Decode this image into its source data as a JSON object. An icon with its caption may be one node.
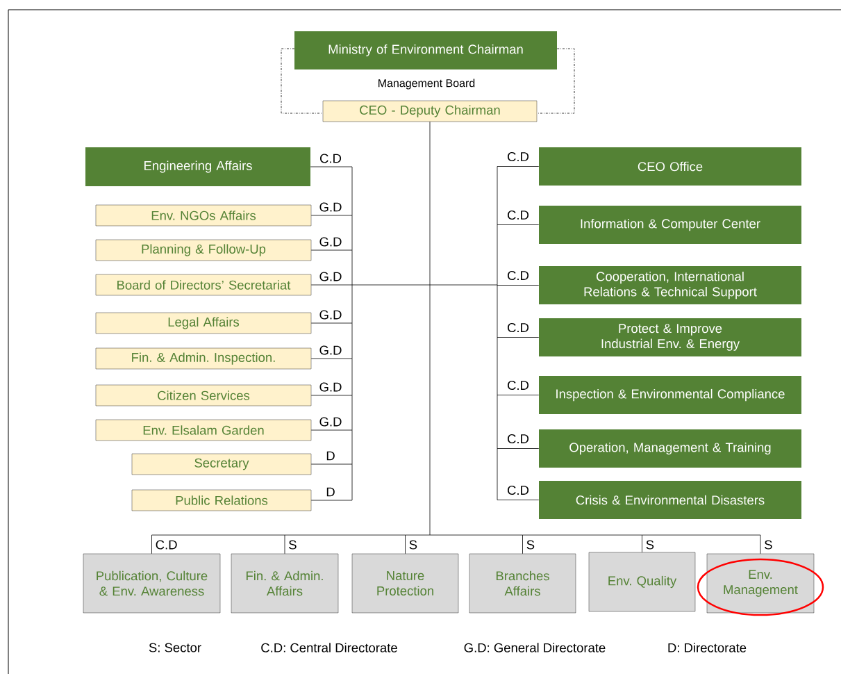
{
  "diagram": {
    "nodes": [
      {
        "text": [
          "Ministry of Environment Chairman"
        ]
      },
      {
        "text": [
          "CEO - Deputy Chairman"
        ]
      },
      {
        "text": [
          "Engineering Affairs"
        ]
      },
      {
        "text": [
          "Env. NGOs Affairs"
        ]
      },
      {
        "text": [
          "Planning & Follow-Up"
        ]
      },
      {
        "text": [
          "Board of Directors’ Secretariat"
        ]
      },
      {
        "text": [
          "Legal Affairs"
        ]
      },
      {
        "text": [
          "Fin. & Admin. Inspection."
        ]
      },
      {
        "text": [
          "Citizen Services"
        ]
      },
      {
        "text": [
          "Env. Elsalam Garden"
        ]
      },
      {
        "text": [
          "Secretary"
        ]
      },
      {
        "text": [
          "Public Relations"
        ]
      },
      {
        "text": [
          "CEO Office"
        ]
      },
      {
        "text": [
          "Information & Computer Center"
        ]
      },
      {
        "text": [
          "Cooperation, International Relations & Technical Support"
        ]
      },
      {
        "text": [
          "Protect & Improve Industrial Env. & Energy"
        ]
      },
      {
        "text": [
          "Inspection & Environmental Compliance"
        ]
      },
      {
        "text": [
          "Operation, Management & Training"
        ]
      },
      {
        "text": [
          "Crisis & Environmental Disasters"
        ]
      },
      {
        "text": [
          "Publication, Culture & Env. Awareness"
        ]
      },
      {
        "text": [
          "Fin. & Admin. Affairs"
        ]
      },
      {
        "text": [
          "Nature Protection"
        ]
      },
      {
        "text": [
          "Branches Affairs"
        ]
      },
      {
        "text": [
          "Env. Quality"
        ]
      },
      {
        "text": [
          "Env. Management"
        ]
      }
    ],
    "edges": [
      {
        "from": 0,
        "to": 1,
        "arrow": "none",
        "style": "dashed"
      },
      {
        "from": 0,
        "to": 1,
        "arrow": "none",
        "style": "dashed"
      },
      {
        "from": 1,
        "to": 2,
        "arrow": "none",
        "label": "C.D"
      },
      {
        "from": 1,
        "to": 3,
        "arrow": "none",
        "label": "G.D"
      },
      {
        "from": 1,
        "to": 4,
        "arrow": "none",
        "label": "G.D"
      },
      {
        "from": 1,
        "to": 5,
        "arrow": "none",
        "label": "G.D"
      },
      {
        "from": 1,
        "to": 6,
        "arrow": "none",
        "label": "G.D"
      },
      {
        "from": 1,
        "to": 7,
        "arrow": "none",
        "label": "G.D"
      },
      {
        "from": 1,
        "to": 8,
        "arrow": "none",
        "label": "G.D"
      },
      {
        "from": 1,
        "to": 9,
        "arrow": "none",
        "label": "G.D"
      },
      {
        "from": 1,
        "to": 10,
        "arrow": "none",
        "label": "D"
      },
      {
        "from": 1,
        "to": 11,
        "arrow": "none",
        "label": "D"
      },
      {
        "from": 1,
        "to": 12,
        "arrow": "none",
        "label": "C.D"
      },
      {
        "from": 1,
        "to": 13,
        "arrow": "none",
        "label": "C.D"
      },
      {
        "from": 1,
        "to": 14,
        "arrow": "none",
        "label": "C.D"
      },
      {
        "from": 1,
        "to": 15,
        "arrow": "none",
        "label": "C.D"
      },
      {
        "from": 1,
        "to": 16,
        "arrow": "none",
        "label": "C.D"
      },
      {
        "from": 1,
        "to": 17,
        "arrow": "none",
        "label": "C.D"
      },
      {
        "from": 1,
        "to": 18,
        "arrow": "none",
        "label": "C.D"
      },
      {
        "from": 1,
        "to": 19,
        "arrow": "none",
        "label": "C.D"
      },
      {
        "from": 1,
        "to": 20,
        "arrow": "none",
        "label": "S"
      },
      {
        "from": 1,
        "to": 21,
        "arrow": "none",
        "label": "S"
      },
      {
        "from": 1,
        "to": 22,
        "arrow": "none",
        "label": "S"
      },
      {
        "from": 1,
        "to": 23,
        "arrow": "none",
        "label": "S"
      },
      {
        "from": 1,
        "to": 24,
        "arrow": "none",
        "label": "S"
      }
    ],
    "labels": [
      "Management Board",
      "S: Sector",
      "C.D: Central Directorate",
      "G.D: General Directorate",
      "D: Directorate"
    ]
  }
}
